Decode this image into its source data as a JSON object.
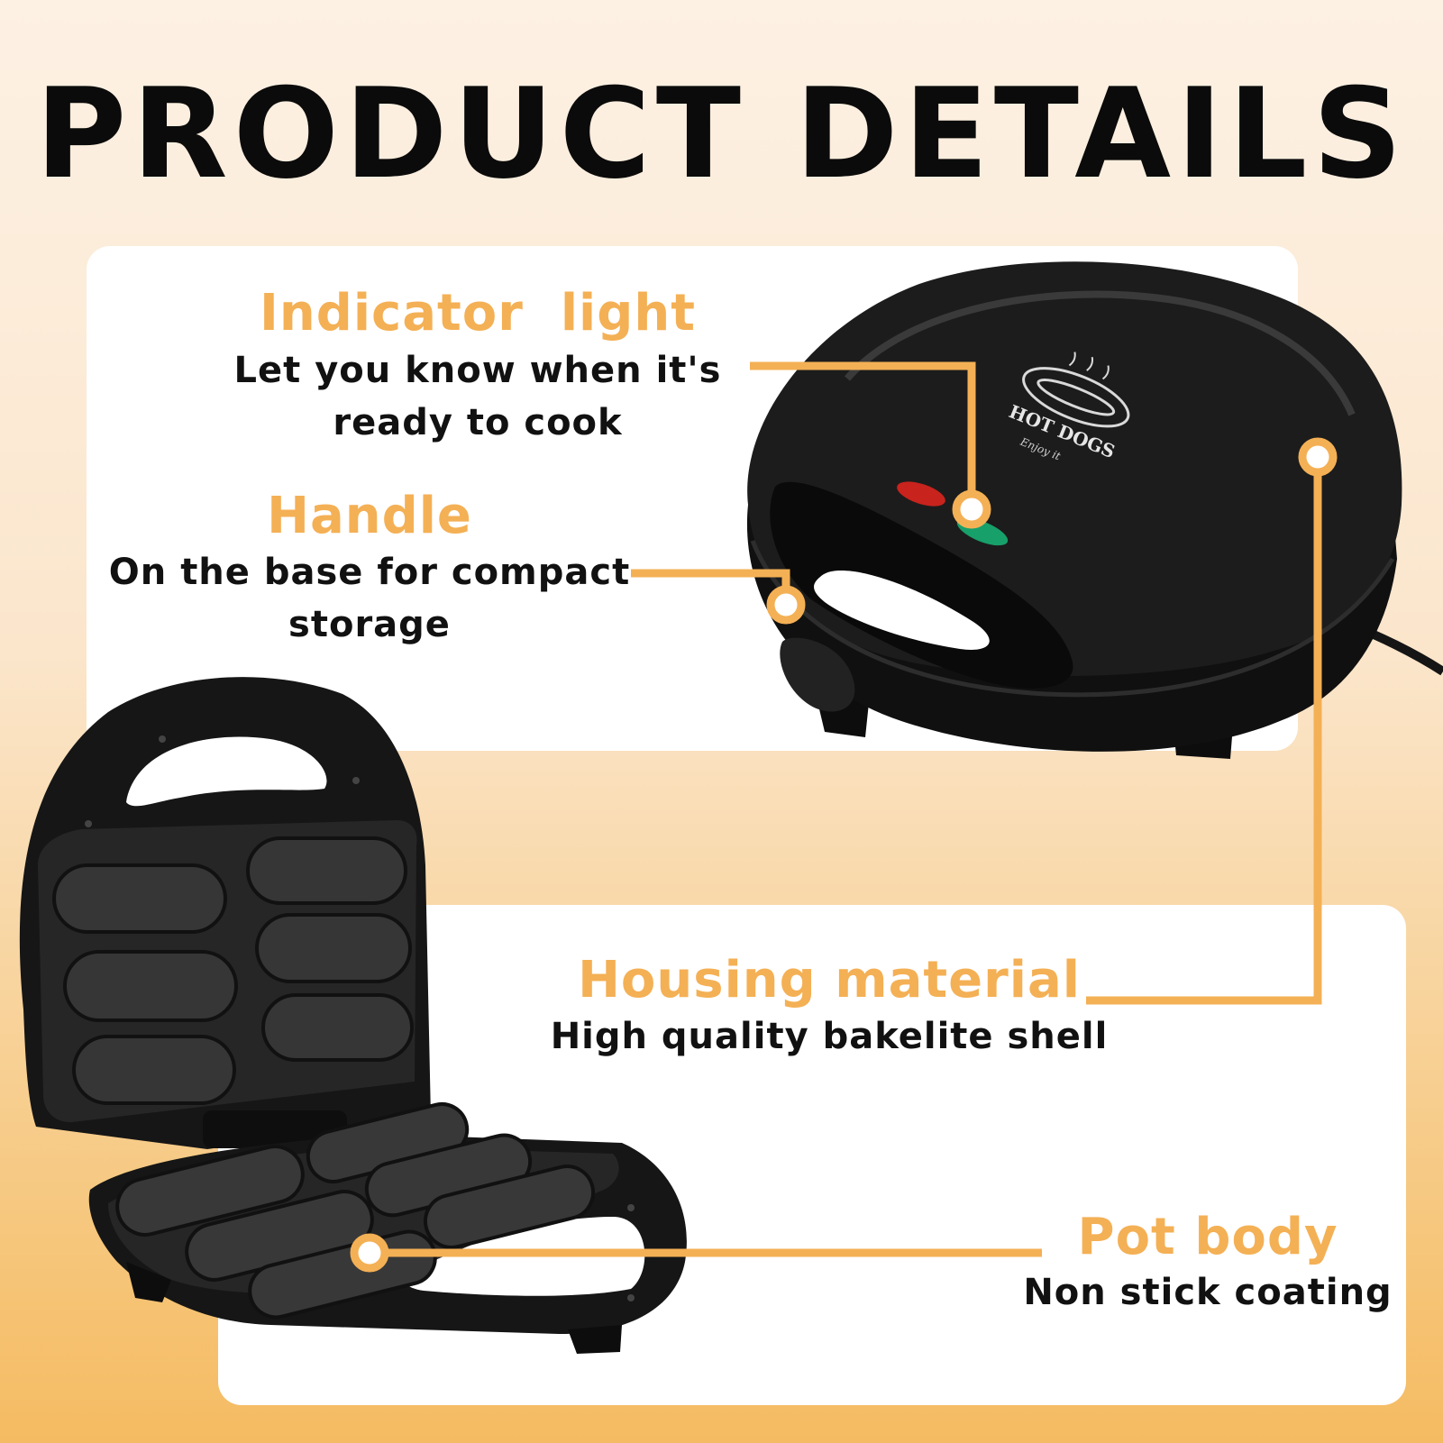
{
  "title": "PRODUCT DETAILS",
  "colors": {
    "accent": "#f4b055",
    "text": "#111111",
    "panel": "#ffffff",
    "appliance": "#141414"
  },
  "callouts": {
    "indicator": {
      "heading": "Indicator  light",
      "line1": "Let you know when it's",
      "line2": "ready to cook"
    },
    "handle": {
      "heading": "Handle",
      "line1": "On the base for compact",
      "line2": "storage"
    },
    "housing": {
      "heading": "Housing material",
      "line1": "High quality bakelite shell"
    },
    "pot": {
      "heading": "Pot body",
      "line1": "Non stick coating"
    }
  },
  "logo": {
    "brand": "HOT DOGS",
    "tagline": "Enjoy it"
  }
}
